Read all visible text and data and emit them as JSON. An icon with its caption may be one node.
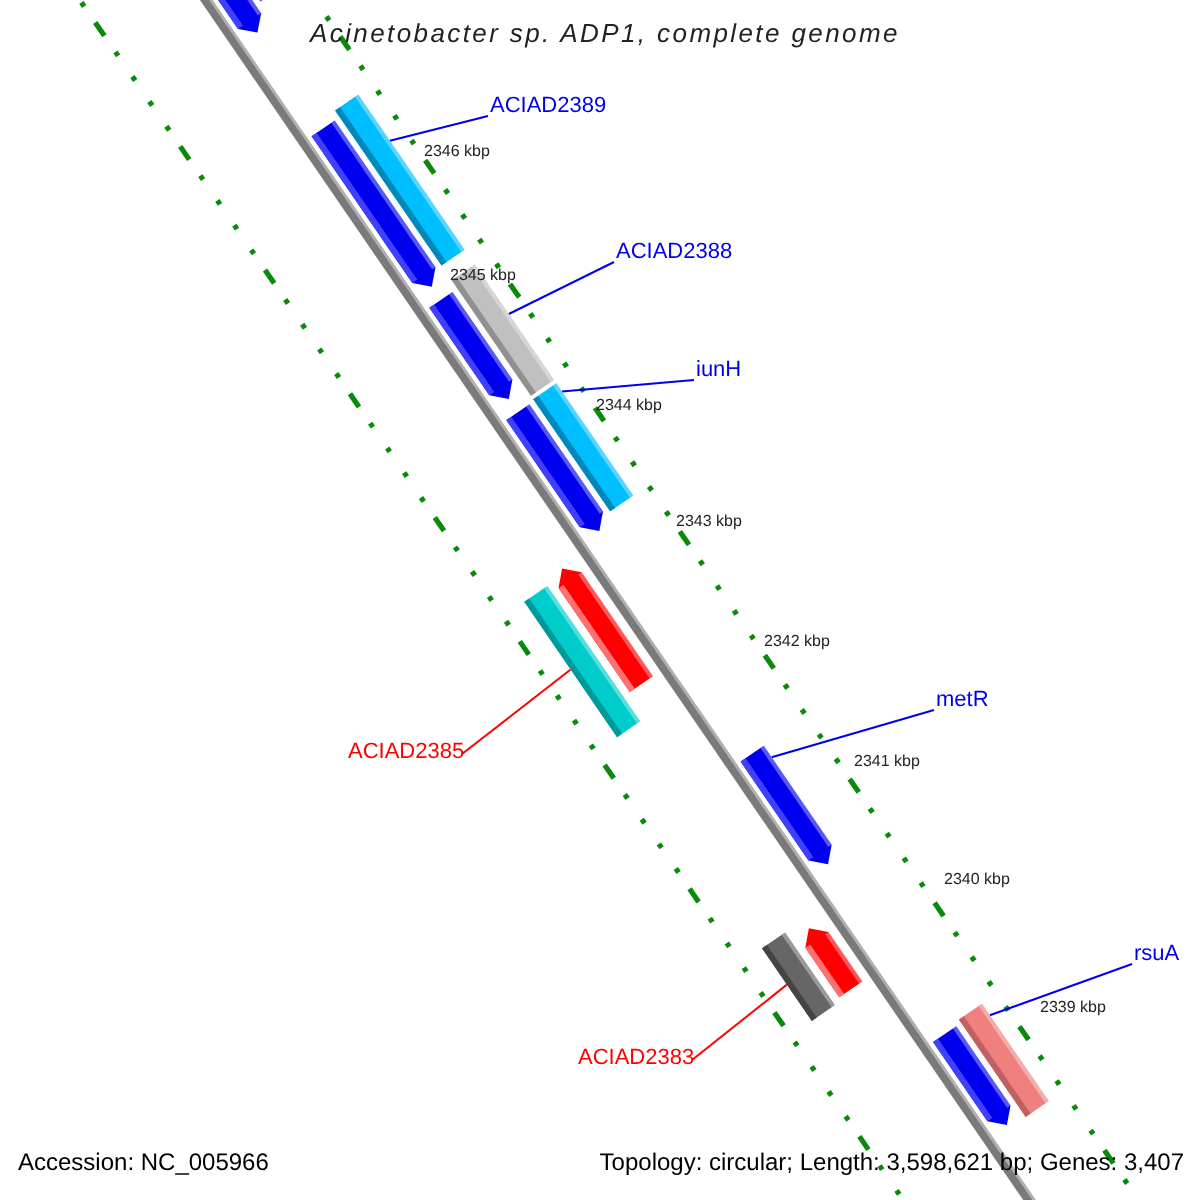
{
  "diagram": {
    "title": "Acinetobacter sp. ADP1, complete genome",
    "nodes": [
      {
        "text": [],
        "shape": "arrow"
      },
      {
        "text": [],
        "shape": "bar"
      },
      {
        "text": [
          "ACIAD2389"
        ]
      },
      {
        "text": [],
        "shape": "arrow"
      },
      {
        "text": [],
        "shape": "bar"
      },
      {
        "text": [
          "ACIAD2388"
        ]
      },
      {
        "text": [],
        "shape": "bar"
      },
      {
        "text": [],
        "shape": "arrow"
      },
      {
        "text": [
          "iunH"
        ]
      },
      {
        "text": [],
        "shape": "arrow"
      },
      {
        "text": [],
        "shape": "bar"
      },
      {
        "text": [],
        "shape": "arrow"
      },
      {
        "text": [],
        "shape": "bar"
      },
      {
        "text": [
          "ACIAD2385"
        ]
      },
      {
        "text": [
          "metR"
        ]
      },
      {
        "text": [],
        "shape": "arrow"
      },
      {
        "text": [],
        "shape": "arrow"
      },
      {
        "text": [],
        "shape": "bar"
      },
      {
        "text": [
          "ACIAD2383"
        ]
      },
      {
        "text": [
          "rsuA"
        ]
      },
      {
        "text": [],
        "shape": "arrow"
      },
      {
        "text": [],
        "shape": "bar"
      }
    ],
    "edges": [
      {
        "from": 2,
        "to": 4,
        "arrow": "none"
      },
      {
        "from": 5,
        "to": 6,
        "arrow": "none"
      },
      {
        "from": 8,
        "to": 10,
        "arrow": "none"
      },
      {
        "from": 13,
        "to": 12,
        "arrow": "none",
        "color": "#ff0000"
      },
      {
        "from": 14,
        "to": 15,
        "arrow": "none"
      },
      {
        "from": 18,
        "to": 17,
        "arrow": "none",
        "color": "#ff0000"
      },
      {
        "from": 19,
        "to": 21,
        "arrow": "none"
      }
    ],
    "labels": [
      "2346 kbp",
      "2345 kbp",
      "2344 kbp",
      "2343 kbp",
      "2342 kbp",
      "2341 kbp",
      "2340 kbp",
      "2339 kbp",
      "Accession: NC_005966",
      "Topology: circular; Length: 3,598,621 bp; Genes: 3,407"
    ]
  }
}
